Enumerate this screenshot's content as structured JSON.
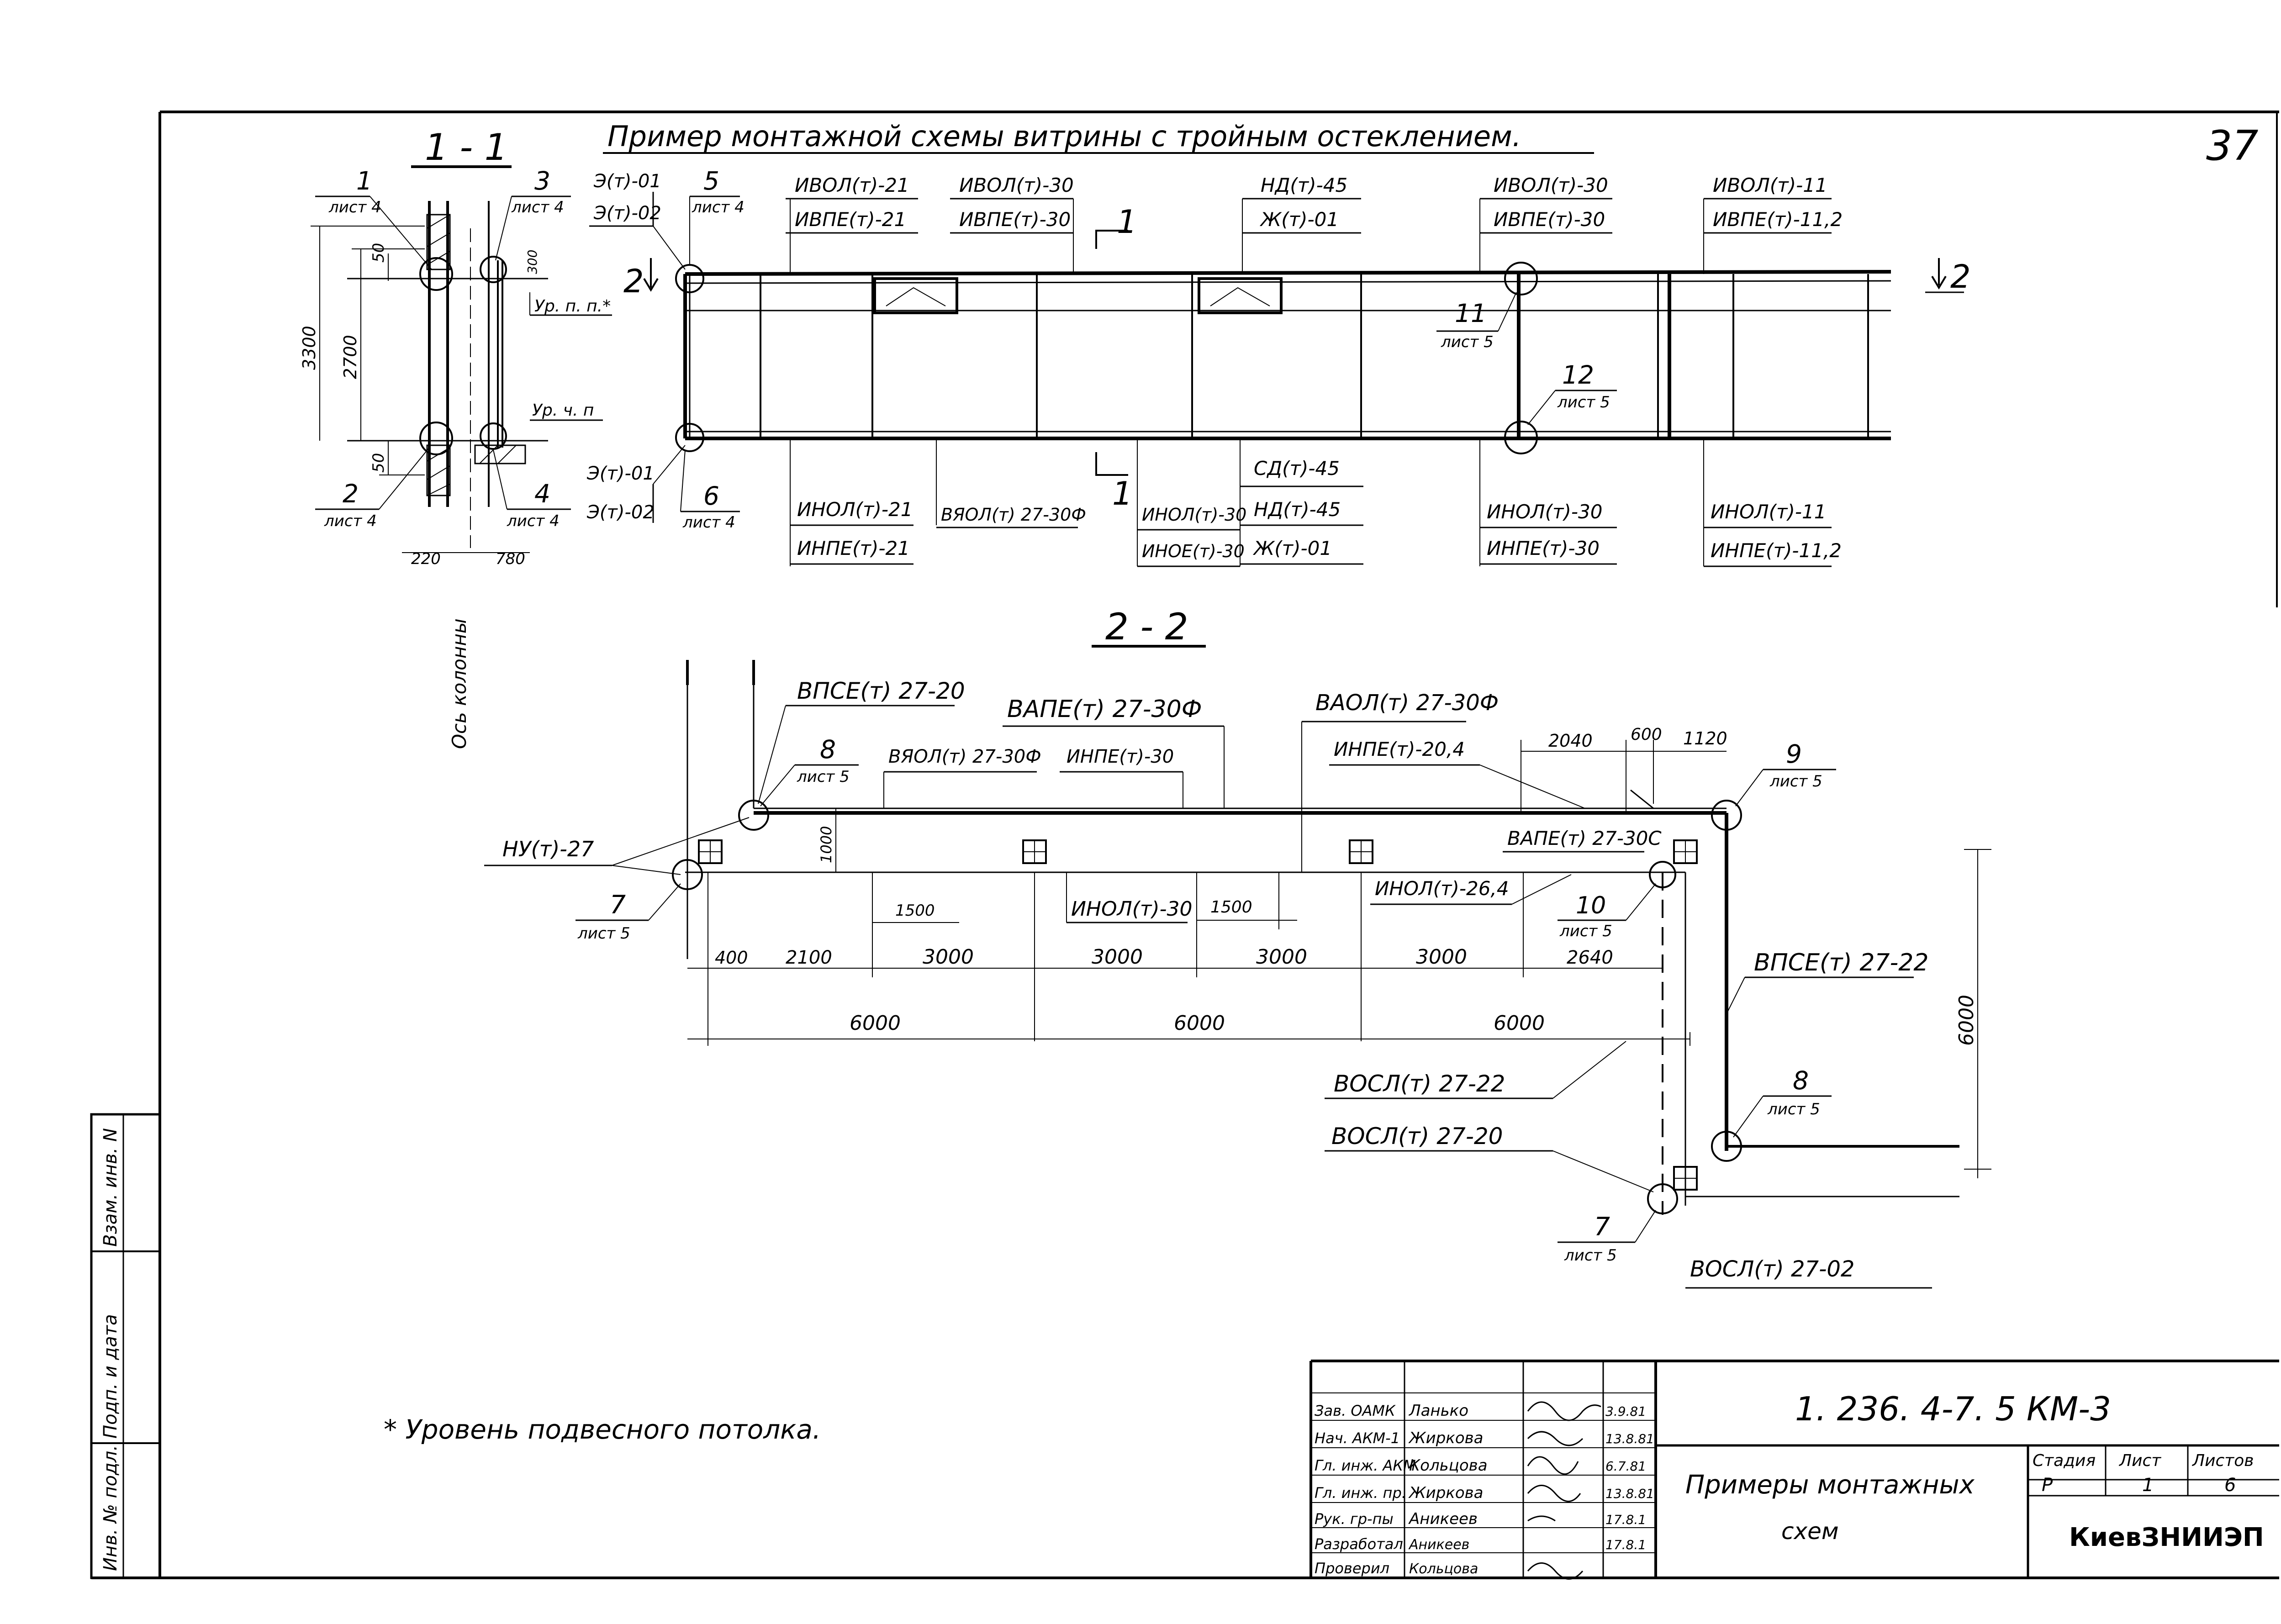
{
  "sheet": {
    "page_number": "37",
    "main_title": "Пример монтажной схемы витрины с тройным остеклением.",
    "footnote": "* Уровень подвесного потолка."
  },
  "section_1_1": {
    "title": "1 - 1",
    "callouts": [
      {
        "num": "1",
        "sheet": "лист 4"
      },
      {
        "num": "3",
        "sheet": "лист 4"
      },
      {
        "num": "2",
        "sheet": "лист 4"
      },
      {
        "num": "4",
        "sheet": "лист 4"
      }
    ],
    "dims": {
      "total": "3300",
      "middle": "2700",
      "top": "50",
      "bottom": "50",
      "w1": "220",
      "w2": "780",
      "small": "300"
    },
    "levels": {
      "ceiling": "Ур. п. п.*",
      "floor": "Ур. ч. п"
    },
    "axis_label": "Ось колонны"
  },
  "elevation": {
    "left_top": [
      "Э(т)-01",
      "Э(т)-02"
    ],
    "left_bottom": [
      "Э(т)-01",
      "Э(т)-02"
    ],
    "node_5": {
      "num": "5",
      "sheet": "лист 4"
    },
    "node_6": {
      "num": "6",
      "sheet": "лист 4"
    },
    "node_11": {
      "num": "11",
      "sheet": "лист 5"
    },
    "node_12": {
      "num": "12",
      "sheet": "лист 5"
    },
    "top_labels": [
      [
        "ИВОЛ(т)-21",
        "ИВПЕ(т)-21"
      ],
      [
        "ИВОЛ(т)-30",
        "ИВПЕ(т)-30"
      ],
      [
        "НД(т)-45",
        "Ж(т)-01"
      ],
      [
        "ИВОЛ(т)-30",
        "ИВПЕ(т)-30"
      ],
      [
        "ИВОЛ(т)-11",
        "ИВПЕ(т)-11,2"
      ]
    ],
    "bottom_labels": [
      [
        "ИНОЛ(т)-21",
        "ИНПЕ(т)-21"
      ],
      [
        "ВЯОЛ(т) 27-30Ф"
      ],
      [
        "ИНОЛ(т)-30",
        "ИНОЕ(т)-30"
      ],
      [
        "СД(т)-45",
        "НД(т)-45",
        "Ж(т)-01"
      ],
      [
        "ИНОЛ(т)-30",
        "ИНПЕ(т)-30"
      ],
      [
        "ИНОЛ(т)-11",
        "ИНПЕ(т)-11,2"
      ]
    ],
    "cut_1": "1",
    "cut_2": "2"
  },
  "section_2_2": {
    "title": "2 - 2",
    "labels": {
      "vpse_20": "ВПСЕ(т) 27-20",
      "vape_30f": "ВАПЕ(т) 27-30Ф",
      "vaol_30f": "ВАОЛ(т) 27-30Ф",
      "vyaol_30f": "ВЯОЛ(т) 27-30Ф",
      "inpe_30": "ИНПЕ(т)-30",
      "inpe_20_4": "ИНПЕ(т)-20,4",
      "vape_30c": "ВАПЕ(т) 27-30С",
      "nu_27": "НУ(т)-27",
      "inol_30": "ИНОЛ(т)-30",
      "inol_26_4": "ИНОЛ(т)-26,4",
      "vpse_22": "ВПСЕ(т) 27-22",
      "vosl_22": "ВОСЛ(т) 27-22",
      "vosl_20": "ВОСЛ(т) 27-20",
      "vosl_02": "ВОСЛ(т) 27-02"
    },
    "nodes": {
      "n8a": {
        "num": "8",
        "sheet": "лист 5"
      },
      "n9": {
        "num": "9",
        "sheet": "лист 5"
      },
      "n7a": {
        "num": "7",
        "sheet": "лист 5"
      },
      "n10": {
        "num": "10",
        "sheet": "лист 5"
      },
      "n8b": {
        "num": "8",
        "sheet": "лист 5"
      },
      "n7b": {
        "num": "7",
        "sheet": "лист 5"
      }
    },
    "dims": {
      "d2040": "2040",
      "d600": "600",
      "d1120": "1120",
      "d1000": "1000",
      "d1500a": "1500",
      "d1500b": "1500",
      "d400": "400",
      "d2100": "2100",
      "d3000a": "3000",
      "d3000b": "3000",
      "d3000c": "3000",
      "d3000d": "3000",
      "d2640": "2640",
      "d6000a": "6000",
      "d6000b": "6000",
      "d6000c": "6000",
      "d6000v": "6000"
    }
  },
  "side_stamp": [
    "Инв. № подл.",
    "Подп. и дата",
    "Взам. инв. N"
  ],
  "title_block": {
    "code": "1. 236. 4-7. 5 КМ-3",
    "drawing_title": [
      "Примеры монтажных",
      "схем"
    ],
    "org": "КиевЗНИИЭП",
    "stage_header": "Стадия",
    "sheet_header": "Лист",
    "sheets_header": "Листов",
    "stage": "Р",
    "sheet": "1",
    "sheets": "6",
    "rows": [
      {
        "role": "Зав. ОАМК",
        "name": "Ланько",
        "date": "3.9.81"
      },
      {
        "role": "Нач. АКМ-1",
        "name": "Жиркова",
        "date": "13.8.81"
      },
      {
        "role": "Гл. инж. АКМ",
        "name": "Кольцова",
        "date": "6.7.81"
      },
      {
        "role": "Гл. инж. пр.",
        "name": "Жиркова",
        "date": "13.8.81"
      },
      {
        "role": "Рук. гр-пы",
        "name": "Аникеев",
        "date": "17.8.1"
      },
      {
        "role": "Разработал",
        "name": "Аникеев",
        "date": "17.8.1"
      },
      {
        "role": "Проверил",
        "name": "Кольцова",
        "date": ""
      }
    ]
  }
}
